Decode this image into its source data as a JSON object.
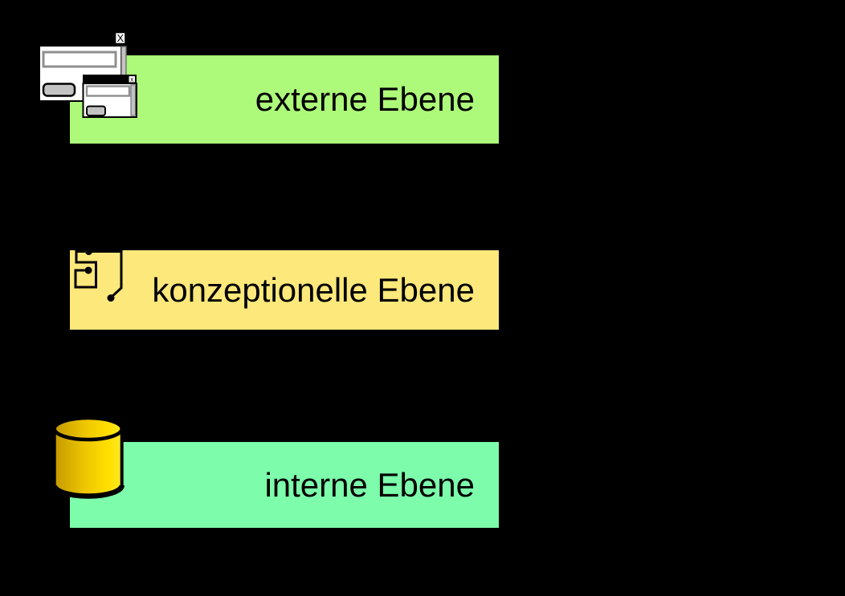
{
  "diagram": {
    "background_color": "#000000",
    "text_color": "#000000",
    "layers": [
      {
        "id": "external",
        "label": "externe Ebene",
        "color": "#adf97a",
        "icon": "cascading-windows-icon"
      },
      {
        "id": "conceptual",
        "label": "konzeptionelle Ebene",
        "color": "#fde87b",
        "icon": "tree-structure-icon"
      },
      {
        "id": "internal",
        "label": "interne Ebene",
        "color": "#7dfcab",
        "icon": "database-cylinder-icon"
      }
    ],
    "icons": {
      "windows": {
        "close_glyph": "X",
        "close_glyph_small": "x",
        "chrome_gray": "#c3c3c3"
      },
      "database": {
        "gradient": [
          "#c49a00",
          "#eec600",
          "#ffdf00",
          "#ffe927"
        ],
        "outline": "#000000"
      }
    }
  }
}
